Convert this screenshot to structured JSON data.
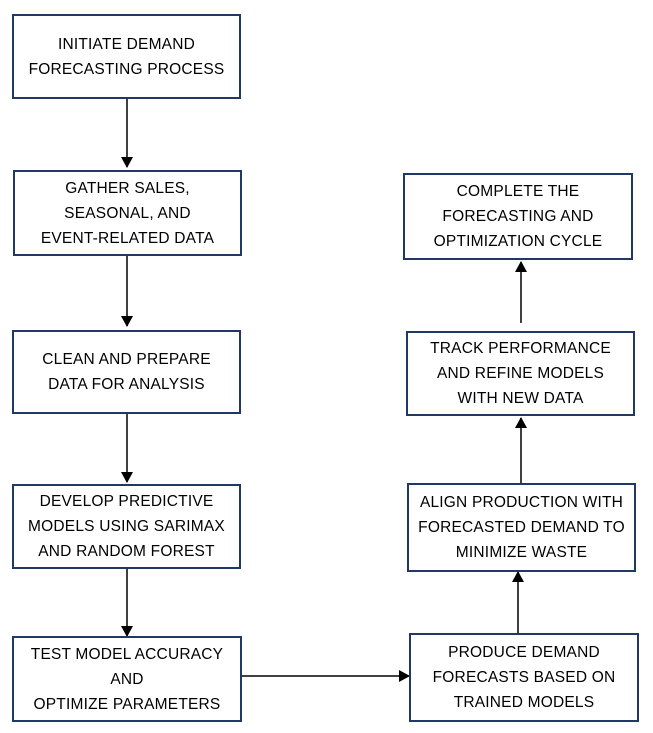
{
  "diagram": {
    "colors": {
      "box_border": "#1f3864",
      "arrow": "#000000",
      "text": "#000000"
    },
    "nodes": [
      {
        "id": "initiate",
        "text": "INITIATE DEMAND\nFORECASTING PROCESS"
      },
      {
        "id": "gather",
        "text": "GATHER SALES,\nSEASONAL, AND\nEVENT-RELATED DATA"
      },
      {
        "id": "clean",
        "text": "CLEAN AND PREPARE\nDATA FOR ANALYSIS"
      },
      {
        "id": "develop",
        "text": "DEVELOP PREDICTIVE\nMODELS USING SARIMAX\nAND RANDOM FOREST"
      },
      {
        "id": "test",
        "text": "TEST MODEL ACCURACY\nAND\nOPTIMIZE PARAMETERS"
      },
      {
        "id": "produce",
        "text": "PRODUCE DEMAND\nFORECASTS BASED ON\nTRAINED MODELS"
      },
      {
        "id": "align",
        "text": "ALIGN PRODUCTION WITH\nFORECASTED DEMAND TO\nMINIMIZE WASTE"
      },
      {
        "id": "track",
        "text": "TRACK PERFORMANCE\nAND REFINE MODELS\nWITH NEW DATA"
      },
      {
        "id": "complete",
        "text": "COMPLETE THE\nFORECASTING AND\nOPTIMIZATION CYCLE"
      }
    ],
    "edges": [
      {
        "from": "initiate",
        "to": "gather"
      },
      {
        "from": "gather",
        "to": "clean"
      },
      {
        "from": "clean",
        "to": "develop"
      },
      {
        "from": "develop",
        "to": "test"
      },
      {
        "from": "test",
        "to": "produce"
      },
      {
        "from": "produce",
        "to": "align"
      },
      {
        "from": "align",
        "to": "track"
      },
      {
        "from": "track",
        "to": "complete"
      }
    ]
  }
}
